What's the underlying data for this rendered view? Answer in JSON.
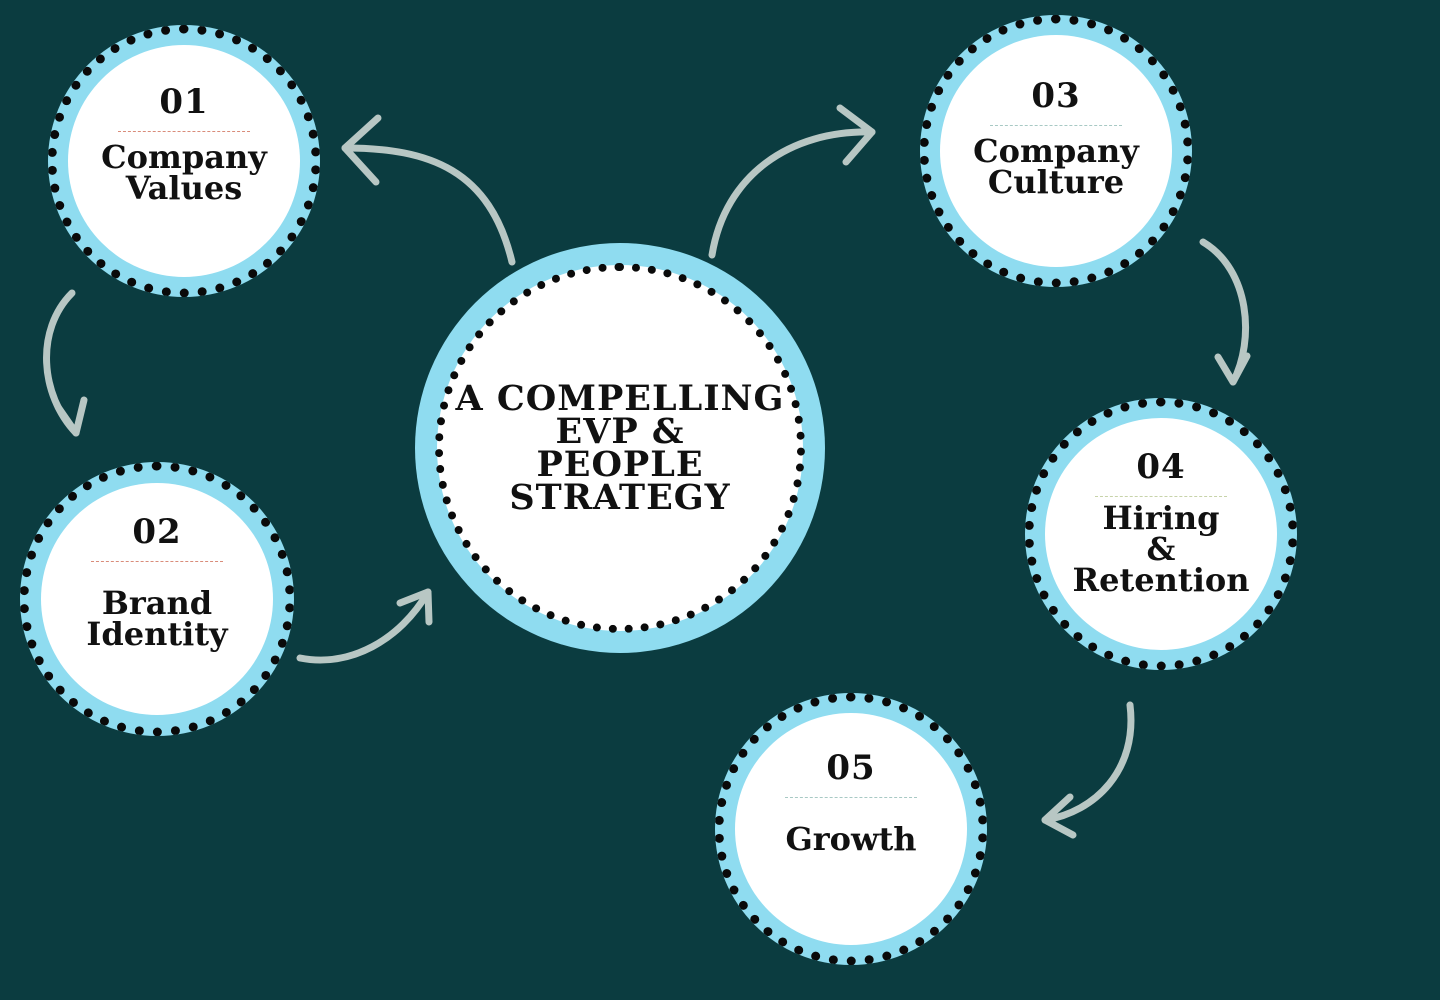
{
  "center": {
    "title": "A COMPELLING\nEVP &\nPEOPLE\nSTRATEGY"
  },
  "nodes": [
    {
      "number": "01",
      "label": "Company\nValues"
    },
    {
      "number": "02",
      "label": "Brand\nIdentity"
    },
    {
      "number": "03",
      "label": "Company\nCulture"
    },
    {
      "number": "04",
      "label": "Hiring\n&\nRetention"
    },
    {
      "number": "05",
      "label": "Growth"
    }
  ],
  "colors": {
    "background": "#0b3c40",
    "ring": "#8fdcf0",
    "face": "#ffffff",
    "dots": "#0a0a0a",
    "arrow": "#b8c7c4",
    "text": "#111111"
  }
}
